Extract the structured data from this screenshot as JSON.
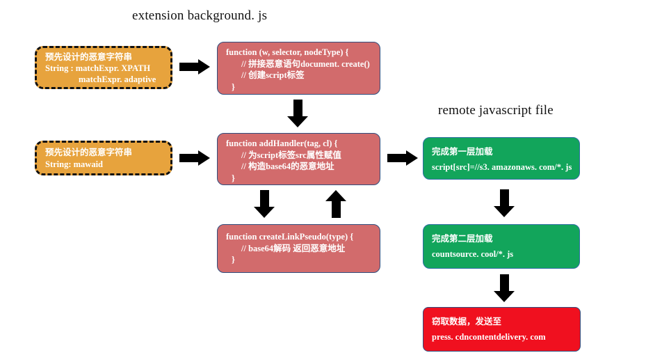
{
  "headings": {
    "left": "extension background. js",
    "right": "remote javascript file"
  },
  "colors": {
    "orange_box": "#E7A33D",
    "red_box": "#D26B6C",
    "green_box": "#12A55B",
    "alert_red_box": "#F0101F",
    "box_border_navy": "#2F4E7E",
    "arrow": "#000000",
    "box_text": "#FFFFFF",
    "heading_text": "#111111"
  },
  "boxes": {
    "orange1": {
      "lines": [
        "预先设计的恶意字符串",
        "String : matchExpr. XPATH",
        "matchExpr. adaptive"
      ]
    },
    "orange2": {
      "lines": [
        "预先设计的恶意字符串",
        "String:  mawaid"
      ]
    },
    "red1": {
      "lines": [
        "function (w, selector, nodeType) {",
        "//  拼接恶意语句document. create()",
        "//  创建script标签",
        "}"
      ]
    },
    "red2": {
      "lines": [
        "function addHandler(tag, cl) {",
        "//  为script标签src属性赋值",
        "//  构造base64的恶意地址",
        "}"
      ]
    },
    "red3": {
      "lines": [
        "function createLinkPseudo(type) {",
        "//  base64解码 返回恶意地址",
        "}"
      ]
    },
    "green1": {
      "lines": [
        "完成第一层加载",
        "script[src]=//s3. amazonaws. com/*. js"
      ]
    },
    "green2": {
      "lines": [
        "完成第二层加载",
        "countsource. cool/*. js"
      ]
    },
    "final": {
      "lines": [
        "窃取数据，发送至",
        "press. cdncontentdelivery. com"
      ]
    }
  },
  "arrows": [
    {
      "direction": "right",
      "from": "orange1",
      "to": "red1"
    },
    {
      "direction": "down",
      "from": "red1",
      "to": "red2"
    },
    {
      "direction": "right",
      "from": "orange2",
      "to": "red2"
    },
    {
      "direction": "right",
      "from": "red2",
      "to": "green1"
    },
    {
      "direction": "down",
      "from": "red2",
      "to": "red3"
    },
    {
      "direction": "up",
      "from": "red3",
      "to": "red2"
    },
    {
      "direction": "down",
      "from": "green1",
      "to": "green2"
    },
    {
      "direction": "down",
      "from": "green2",
      "to": "final"
    }
  ]
}
